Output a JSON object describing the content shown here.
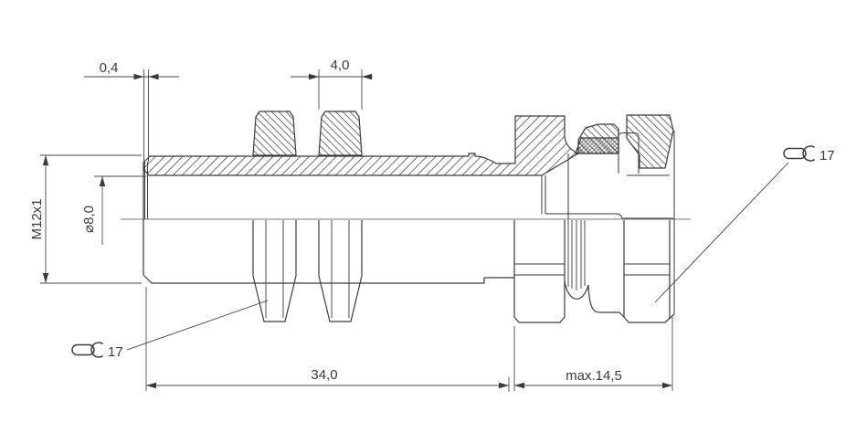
{
  "drawing": {
    "kind": "technical-cross-section",
    "colors": {
      "line": "#3a3a3a",
      "thin_line": "#4a4a4a",
      "background": "#ffffff"
    },
    "labels": {
      "tip_thickness": "0,4",
      "nut_width": "4,0",
      "thread_size": "M12x1",
      "bore_diameter": "⌀8,0",
      "thread_length": "34,0",
      "clamp_length": "max.14,5",
      "wrench_size_left": "17",
      "wrench_size_right": "17"
    },
    "icons": {
      "wrench_left": "open-end-wrench-icon",
      "wrench_right": "open-end-wrench-icon"
    }
  }
}
